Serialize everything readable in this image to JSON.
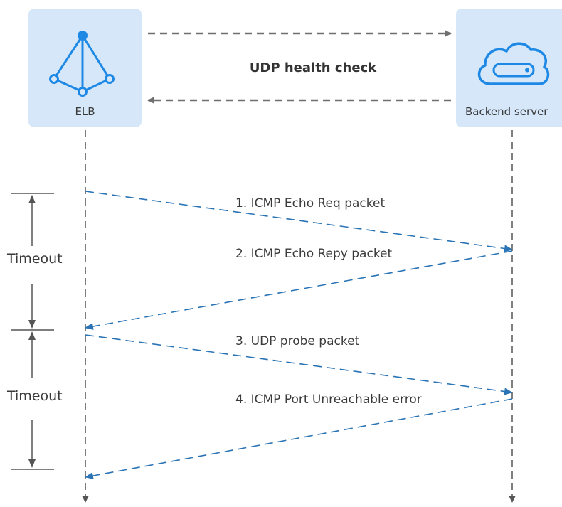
{
  "diagram": {
    "title": "UDP health check",
    "nodes": {
      "elb": {
        "label": "ELB",
        "icon": "load-balancer-icon"
      },
      "backend": {
        "label": "Backend server",
        "icon": "cloud-server-icon"
      }
    },
    "messages": [
      {
        "label": "1. ICMP Echo Req packet",
        "from": "ELB",
        "to": "Backend server"
      },
      {
        "label": "2. ICMP Echo Repy packet",
        "from": "Backend server",
        "to": "ELB"
      },
      {
        "label": "3. UDP probe packet",
        "from": "ELB",
        "to": "Backend server"
      },
      {
        "label": "4. ICMP Port Unreachable error",
        "from": "Backend server",
        "to": "ELB"
      }
    ],
    "timeouts": [
      "Timeout",
      "Timeout"
    ],
    "colors": {
      "box_fill": "#d5e7f9",
      "icon_blue": "#1e88e5",
      "message_arrow": "#2a74b5",
      "gray_line": "#707070"
    }
  }
}
